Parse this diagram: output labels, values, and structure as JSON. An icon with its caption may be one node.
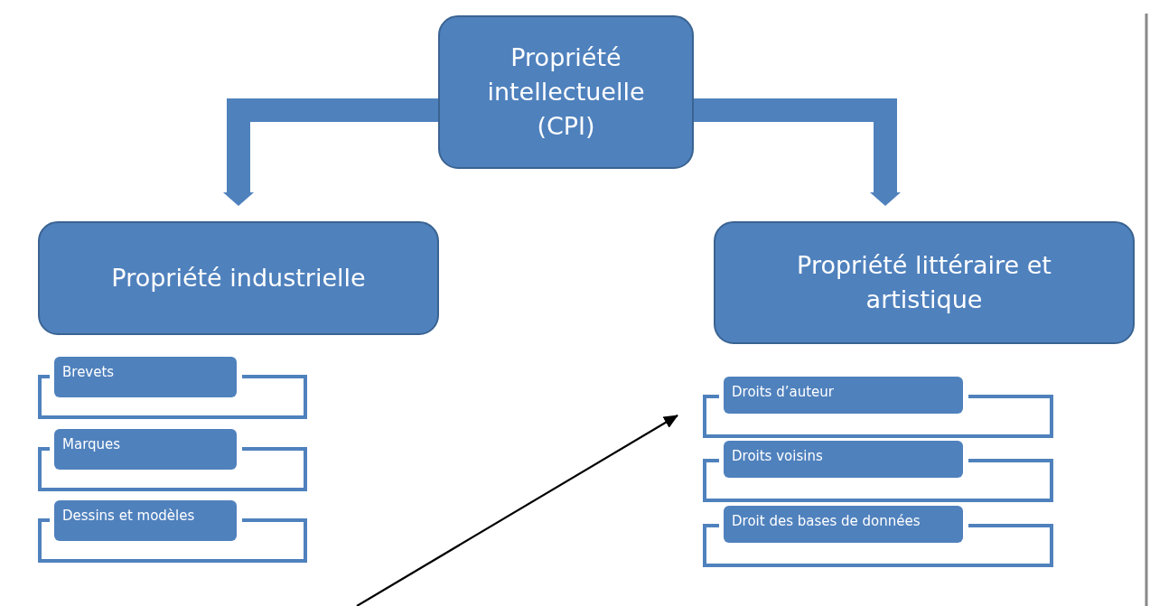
{
  "diagram": {
    "nodes": [
      {
        "text": [
          "Propriété intellectuelle (CPI)"
        ]
      },
      {
        "text": [
          "Propriété industrielle"
        ]
      },
      {
        "text": [
          "Propriété littéraire et artistique"
        ]
      },
      {
        "text": [
          "Brevets"
        ]
      },
      {
        "text": [
          "Marques"
        ]
      },
      {
        "text": [
          "Dessins et modèles"
        ]
      },
      {
        "text": [
          "Droits d’auteur"
        ]
      },
      {
        "text": [
          "Droits voisins"
        ]
      },
      {
        "text": [
          "Droit des bases de données"
        ]
      }
    ],
    "edges": [
      {
        "from": 0,
        "to": 1,
        "arrow": "to"
      },
      {
        "from": 0,
        "to": 2,
        "arrow": "to"
      },
      {
        "from": null,
        "to": 6,
        "arrow": "to",
        "color": "#000000"
      }
    ]
  }
}
